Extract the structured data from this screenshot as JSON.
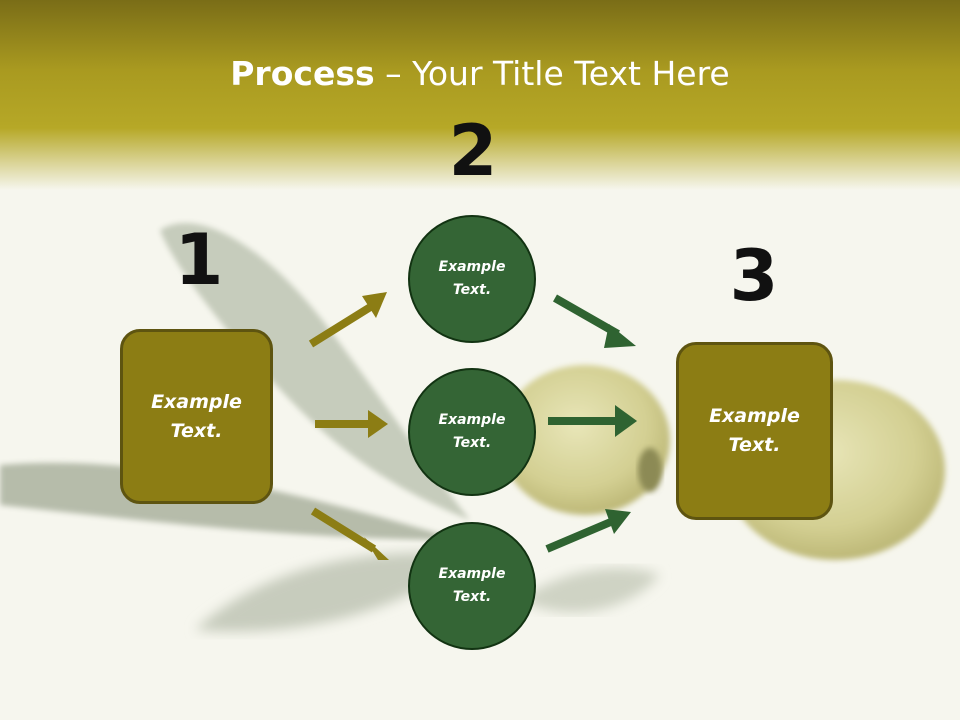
{
  "title": {
    "bold": "Process",
    "rest": " – Your Title Text Here"
  },
  "steps": [
    {
      "number": "1",
      "label": "Example Text."
    },
    {
      "number": "2",
      "items": [
        "Example Text.",
        "Example Text.",
        "Example Text."
      ]
    },
    {
      "number": "3",
      "label": "Example Text."
    }
  ],
  "colors": {
    "title_band": "#b6a827",
    "square_fill": "#8c7d14",
    "circle_fill": "#346535",
    "olive_arrow": "#8c7d14",
    "green_arrow": "#2f6331"
  }
}
